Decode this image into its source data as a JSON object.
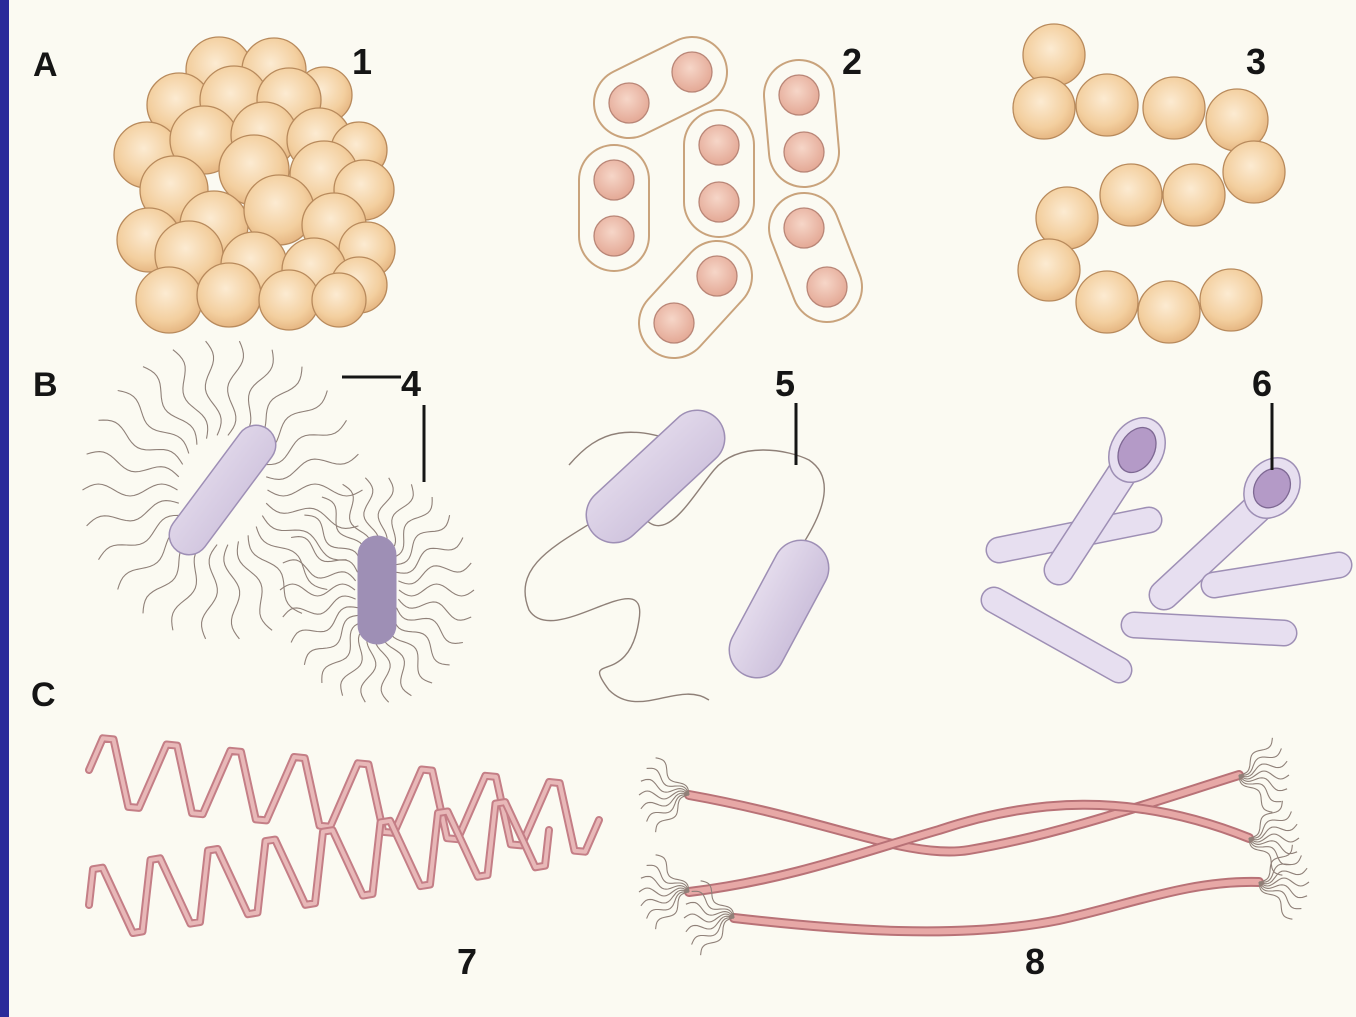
{
  "rows": {
    "a": "A",
    "b": "B",
    "c": "C"
  },
  "numbers": {
    "n1": "1",
    "n2": "2",
    "n3": "3",
    "n4": "4",
    "n5": "5",
    "n6": "6",
    "n7": "7",
    "n8": "8"
  },
  "colors": {
    "frame": "#2b2b9a",
    "background": "#fbfaf2",
    "coccus_fill": "#f3cfa0",
    "coccus_stroke": "#b88a5c",
    "capsule_stroke": "#c9a37c",
    "capsule_core": "#ecc0ae",
    "rod_fill": "#d6cbe3",
    "rod_stroke": "#9e8fb5",
    "spore_fill": "#b49ac7",
    "spiral": "#c47e86",
    "filament_fill": "#e7a8a6",
    "filament_stroke": "#b87277",
    "line": "#151515"
  }
}
